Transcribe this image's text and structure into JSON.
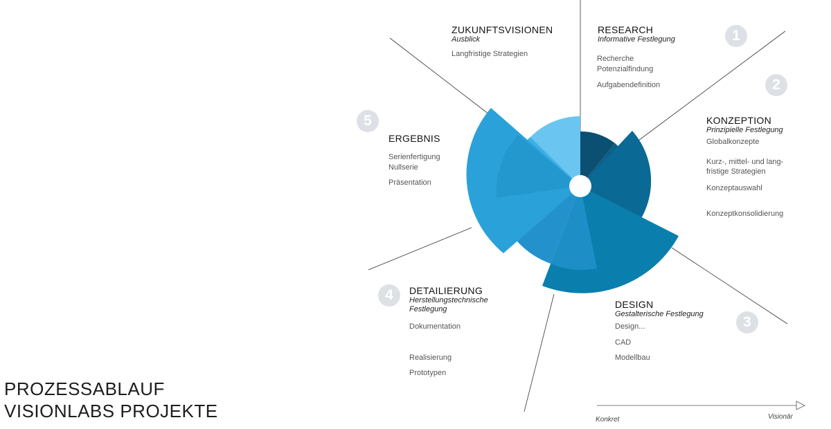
{
  "title_lines": [
    "PROZESSABLAUF",
    "VISIONLABS PROJEKTE"
  ],
  "sections": {
    "zukunft": {
      "title": "ZUKUNFTSVISIONEN",
      "subtitle": "Ausblick",
      "items": [
        "Langfristige Strategien"
      ]
    },
    "research": {
      "title": "RESEARCH",
      "subtitle": "Informative Festlegung",
      "number": "1",
      "items": [
        "Recherche",
        "Potenzialfindung",
        "Aufgabendefinition"
      ]
    },
    "konzeption": {
      "title": "KONZEPTION",
      "subtitle": "Prinzipielle Festlegung",
      "number": "2",
      "items": [
        "Globalkonzepte",
        "Kurz-, mittel- und lang-\nfristige Strategien",
        "Konzeptauswahl",
        "Konzeptkonsolidierung"
      ]
    },
    "design": {
      "title": "DESIGN",
      "subtitle": "Gestalterische Festlegung",
      "number": "3",
      "items": [
        "Design...",
        "CAD",
        "Modellbau"
      ]
    },
    "detailierung": {
      "title": "DETAILIERUNG",
      "subtitle": "Herstellungstechnische\nFestlegung",
      "number": "4",
      "items": [
        "Dokumentation",
        "Realisierung",
        "Prototypen"
      ]
    },
    "ergebnis": {
      "title": "ERGEBNIS",
      "number": "5",
      "items": [
        "Serienfertigung",
        "Nullserie",
        "Präsentation"
      ]
    }
  },
  "axis": {
    "left_label": "Konkret",
    "right_label": "Visionär"
  },
  "colors": {
    "light_blue": "#6ac6f0",
    "mid_blue": "#2aa2d9",
    "blue": "#1d8fc6",
    "deep_blue": "#0a7fae",
    "dark_blue": "#0a6a95",
    "navy": "#0b4f72",
    "badge": "#dde1e6"
  }
}
